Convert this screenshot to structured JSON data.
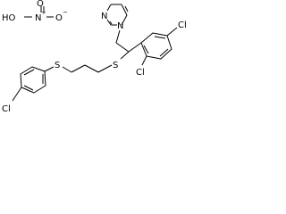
{
  "molecule": {
    "labels": {
      "nitrate_h": "HO",
      "nitrate_n": "N",
      "nitrate_o_top": "O",
      "nitrate_o_right": "O",
      "charge_plus": "+",
      "charge_minus": "−",
      "imidazole_n": "N",
      "imidazole_n3": "N",
      "sulfur_1": "S",
      "sulfur_2": "S",
      "chlorine_1": "Cl",
      "chlorine_2": "Cl",
      "chlorine_3": "Cl"
    }
  }
}
